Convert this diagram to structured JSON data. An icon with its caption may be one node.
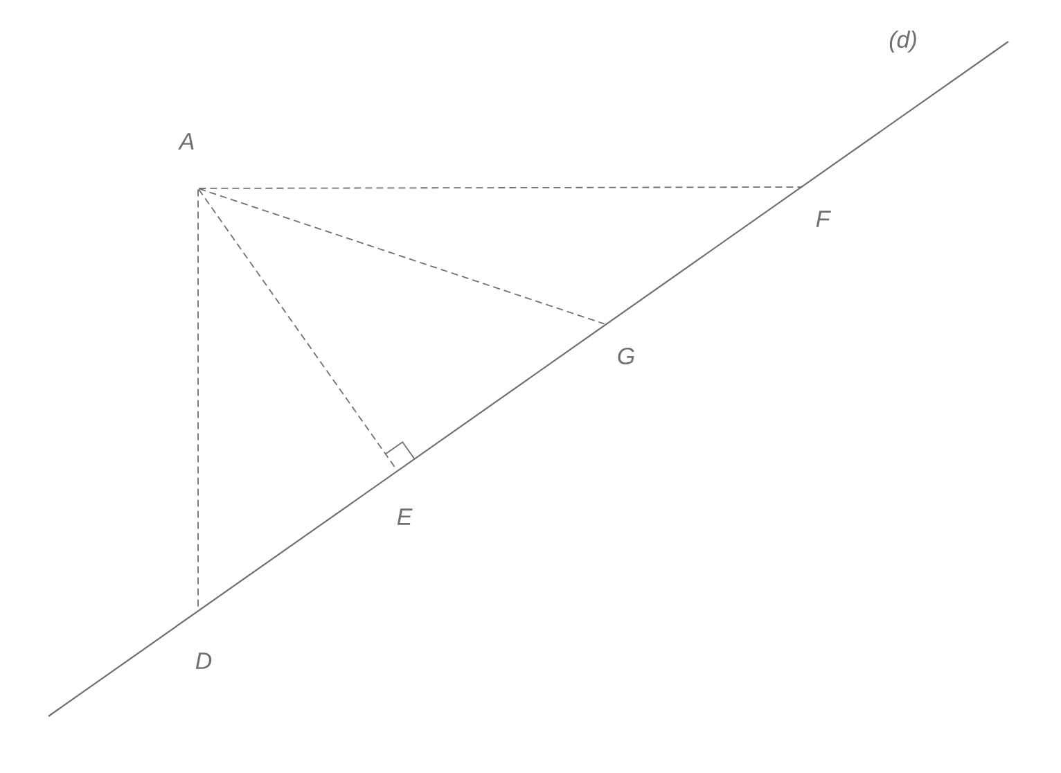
{
  "diagram": {
    "nodes": [
      {
        "text": [
          "A"
        ]
      },
      {
        "text": [
          "F"
        ]
      },
      {
        "text": [
          "G"
        ]
      },
      {
        "text": [
          "E"
        ]
      },
      {
        "text": [
          "D"
        ]
      }
    ],
    "edges": [
      {
        "from": 0,
        "to": 4,
        "arrow": "none",
        "style": "dashed"
      },
      {
        "from": 0,
        "to": 3,
        "arrow": "none",
        "style": "dashed"
      },
      {
        "from": 0,
        "to": 2,
        "arrow": "none",
        "style": "dashed"
      },
      {
        "from": 0,
        "to": 1,
        "arrow": "none",
        "style": "dashed"
      }
    ],
    "labels": [
      "(d)"
    ]
  }
}
